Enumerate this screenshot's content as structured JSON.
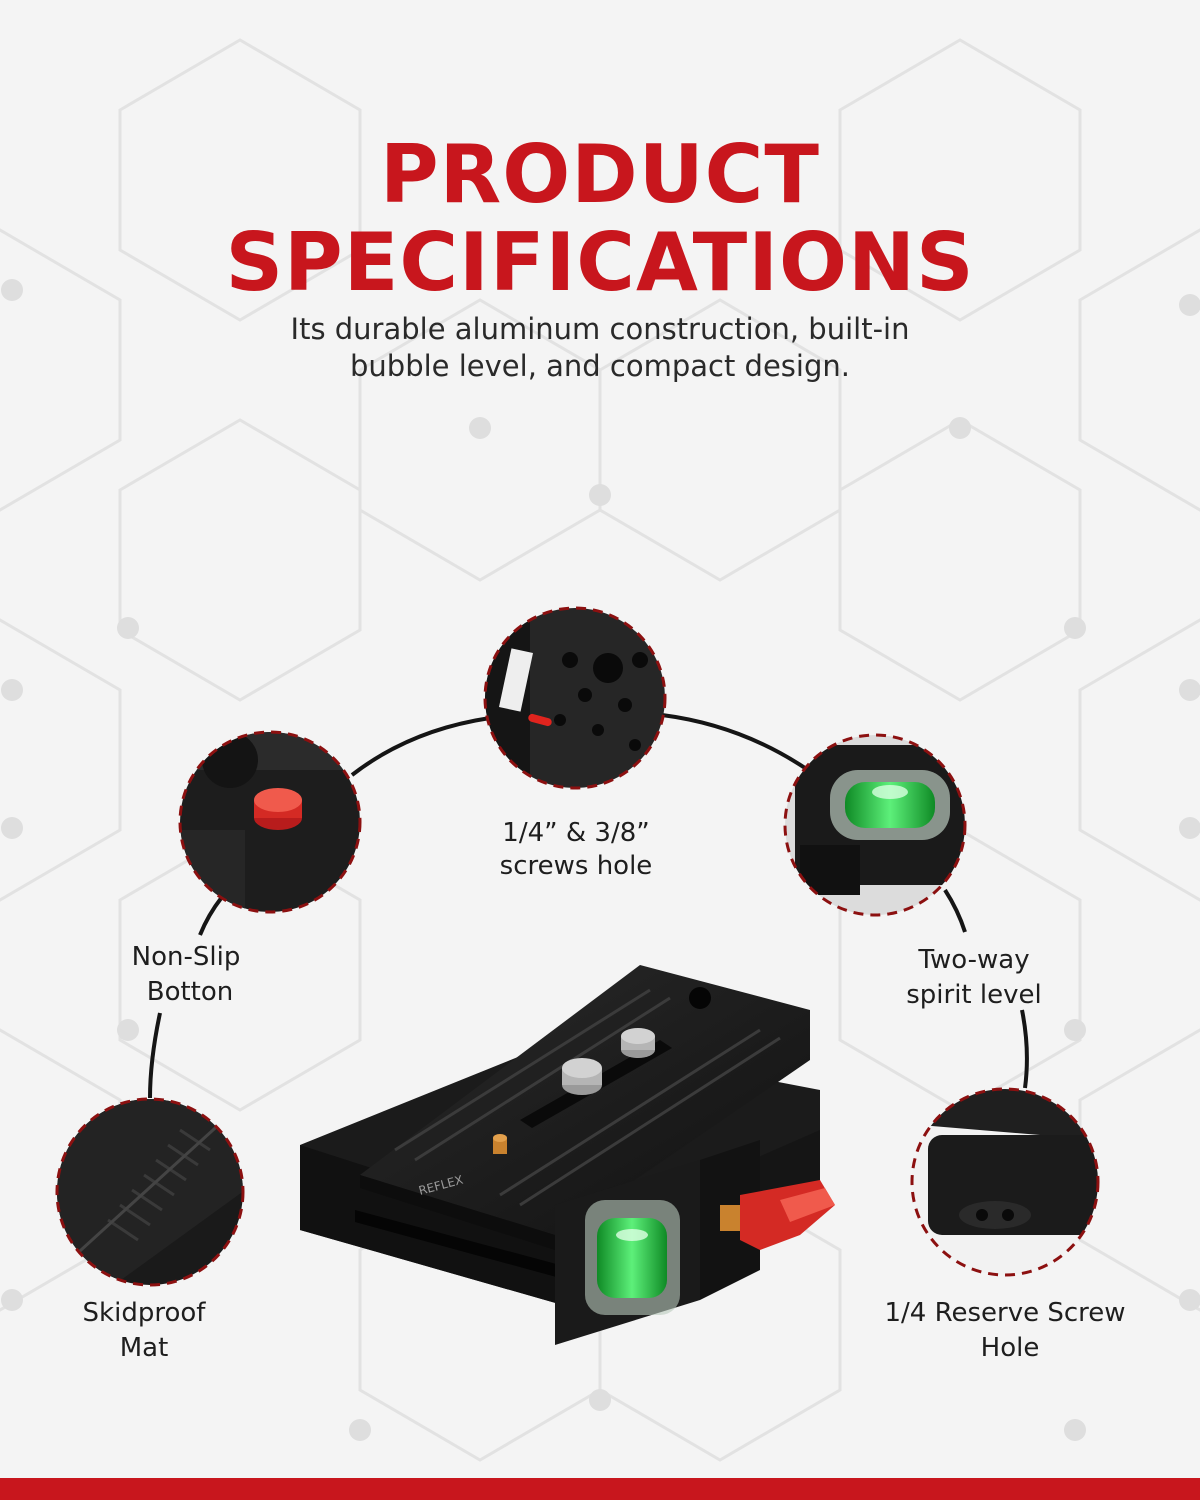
{
  "header": {
    "title_line1": "PRODUCT",
    "title_line2": "SPECIFICATIONS",
    "subtitle_line1": "Its durable aluminum construction, built-in",
    "subtitle_line2": "bubble level, and compact design."
  },
  "callouts": {
    "screw_holes": {
      "line1": "1/4” & 3/8”",
      "line2": "screws hole"
    },
    "non_slip": {
      "line1": "Non-Slip",
      "line2": "Botton"
    },
    "spirit_level": {
      "line1": "Two-way",
      "line2": "spirit level"
    },
    "skidproof": {
      "line1": "Skidproof",
      "line2": "Mat"
    },
    "reserve_hole": {
      "line1": "1/4 Reserve Screw",
      "line2": "Hole"
    }
  },
  "product": {
    "brand_mark": "REFLEX"
  },
  "colors": {
    "accent": "#c8161d",
    "text": "#1e1e1e",
    "background": "#f4f4f4",
    "product_body": "#1c1c1c",
    "bubble_green": "#2fd14a",
    "knob_red": "#d42a24"
  }
}
